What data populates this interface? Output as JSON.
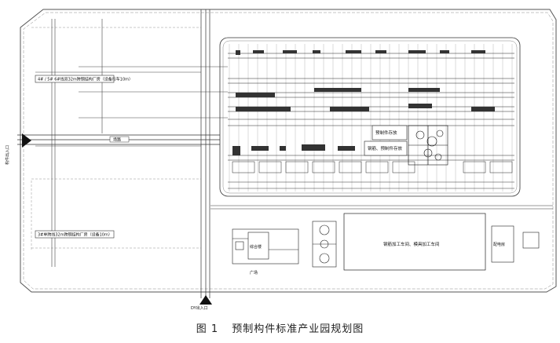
{
  "labels": {
    "west_entrance": "构件出入口",
    "road": "场路",
    "line_north": "4# / 5# 6#线双32m跨钢结构厂房（设备行车10m）",
    "line_south": "3#单跨线32m跨钢结构厂房（设备10m）",
    "precast_a": "预制件存放",
    "precast_b": "钢筋、预制件存放",
    "steel_shop": "钢筋加工车间、模具加工车间",
    "plaza": "广场",
    "south_entrance": "DY出入口",
    "office": "综合楼",
    "power": "配电房"
  },
  "caption": {
    "number": "图 1",
    "title": "预制构件标准产业园规划图"
  }
}
